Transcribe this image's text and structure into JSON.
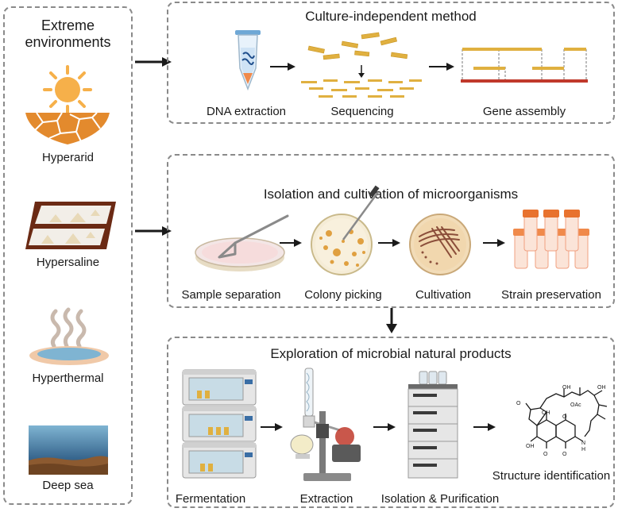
{
  "left_panel": {
    "title_line1": "Extreme",
    "title_line2": "environments",
    "environments": [
      "Hyperarid",
      "Hypersaline",
      "Hyperthermal",
      "Deep sea"
    ]
  },
  "culture_independent": {
    "title": "Culture-independent method",
    "steps": [
      "DNA extraction",
      "Sequencing",
      "Gene assembly"
    ]
  },
  "isolation": {
    "title": "Isolation and cultivation of microorganisms",
    "steps": [
      "Sample separation",
      "Colony picking",
      "Cultivation",
      "Strain preservation"
    ]
  },
  "exploration": {
    "title": "Exploration of microbial natural products",
    "steps": [
      "Fermentation",
      "Extraction",
      "Isolation & Purification",
      "Structure identification"
    ]
  },
  "molecule_labels": {
    "oh1": "OH",
    "oh2": "OH",
    "oh3": "OH",
    "oh4": "OH",
    "oac": "OAc",
    "o1": "O",
    "o2": "O",
    "o3": "O",
    "o4": "O",
    "nh": "N",
    "h": "H"
  },
  "colors": {
    "dashed_border": "#8a8a8a",
    "orange": "#e38a2d",
    "sun": "#f6b04a",
    "seq_gold": "#e0b040",
    "assembly_red": "#c0392b",
    "tube_orange": "#f08a4b",
    "water_blue": "#7fb4d2"
  }
}
